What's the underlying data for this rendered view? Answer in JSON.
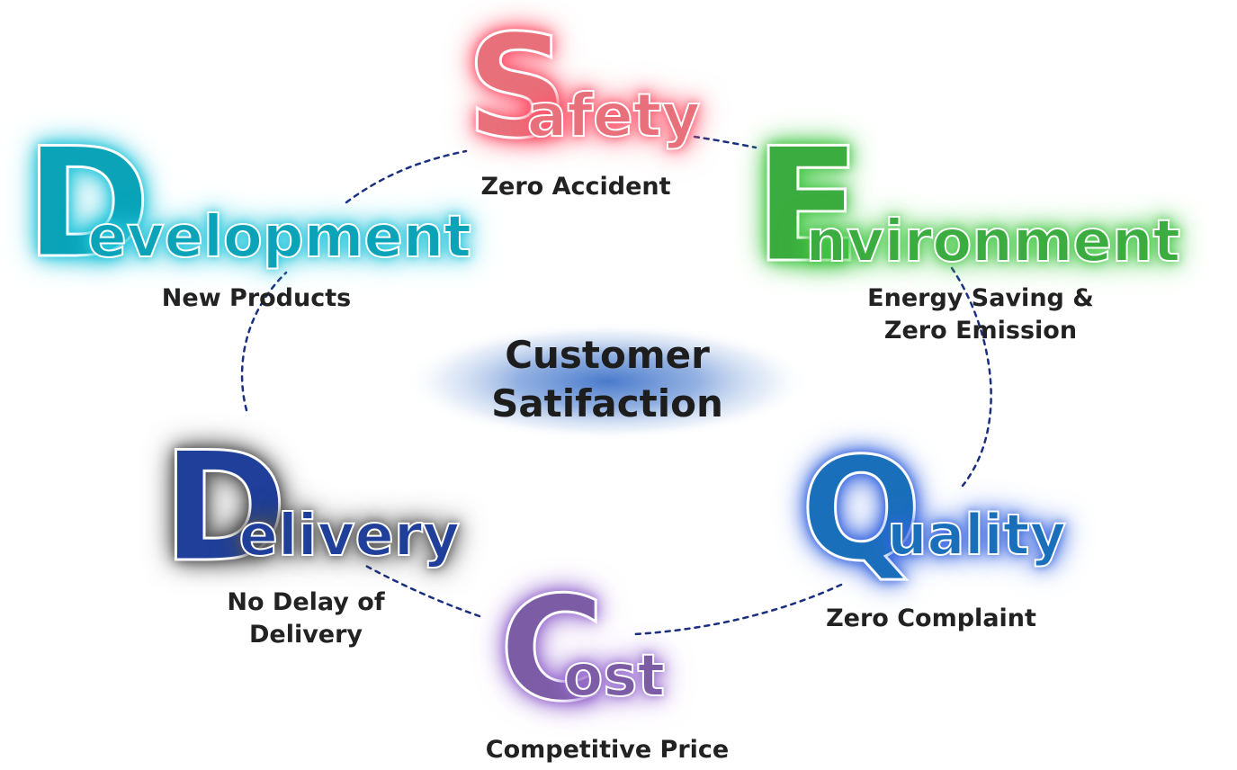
{
  "diagram": {
    "center": {
      "lines": [
        "Customer",
        "Satifaction"
      ],
      "glow_color": "#3f73c9"
    },
    "nodes": [
      {
        "id": "safety",
        "letter": "S",
        "rest": "afety",
        "caption_lines": [
          "Zero Accident"
        ],
        "color": "#e8707a",
        "glow": "#ff5a70"
      },
      {
        "id": "environment",
        "letter": "E",
        "rest": "nvironment",
        "caption_lines": [
          "Energy Saving &",
          "Zero Emission"
        ],
        "color": "#3bac3f",
        "glow": "#48c94a"
      },
      {
        "id": "quality",
        "letter": "Q",
        "rest": "uality",
        "caption_lines": [
          "Zero Complaint"
        ],
        "color": "#1a6fba",
        "glow": "#3a68e0"
      },
      {
        "id": "cost",
        "letter": "C",
        "rest": "ost",
        "caption_lines": [
          "Competitive Price"
        ],
        "color": "#7d5ca6",
        "glow": "#9a6fd0"
      },
      {
        "id": "delivery",
        "letter": "D",
        "rest": "elivery",
        "caption_lines": [
          "No Delay of",
          "Delivery"
        ],
        "color": "#1f3f9a",
        "glow": "#555555"
      },
      {
        "id": "development",
        "letter": "D",
        "rest": "evelopment",
        "caption_lines": [
          "New Products"
        ],
        "color": "#0aa3b8",
        "glow": "#29c7dc"
      }
    ],
    "connector_color": "#1b2f80"
  }
}
